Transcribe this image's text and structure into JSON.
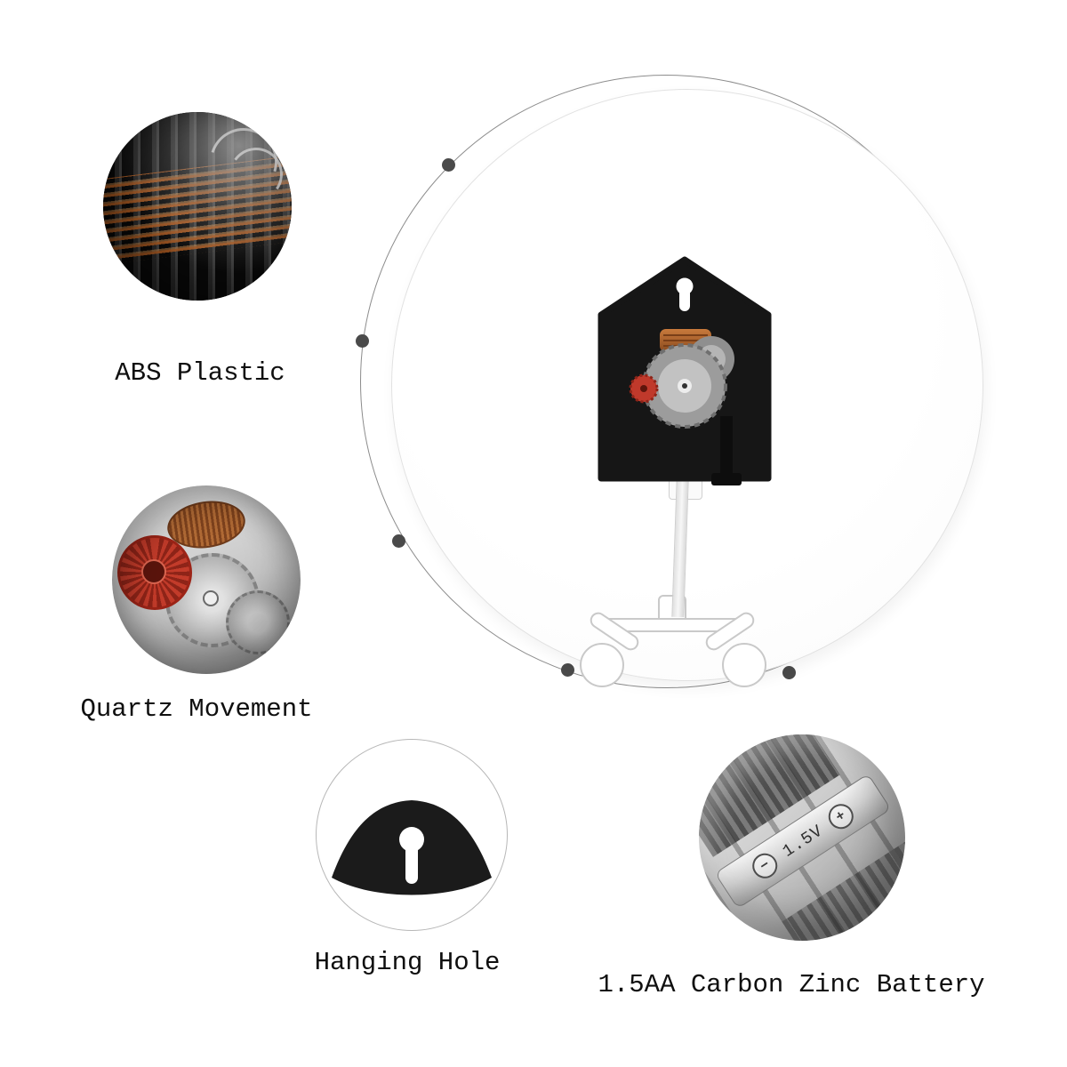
{
  "features": [
    {
      "id": "abs-plastic",
      "label": "ABS Plastic"
    },
    {
      "id": "quartz-movement",
      "label": "Quartz Movement"
    },
    {
      "id": "hanging-hole",
      "label": "Hanging Hole"
    },
    {
      "id": "battery",
      "label": "1.5AA Carbon Zinc Battery"
    }
  ],
  "battery_photo": {
    "voltage_label": "1.5V",
    "minus": "−",
    "plus": "+"
  },
  "colors": {
    "background": "#ffffff",
    "movement_black": "#161616",
    "copper": "#b06a35",
    "gear_red": "#c23b2a",
    "outline_gray": "#8c8c8c"
  }
}
